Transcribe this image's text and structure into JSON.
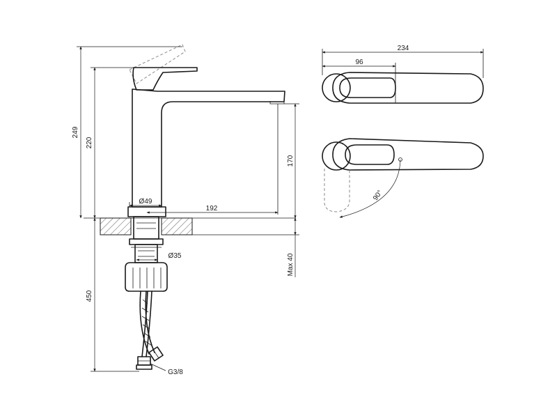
{
  "dimensions": {
    "d249": "249",
    "d220": "220",
    "d170": "170",
    "d450": "450",
    "dia49": "Ø49",
    "d192": "192",
    "dia35": "Ø35",
    "max40": "Max 40",
    "g38": "G3/8",
    "d234": "234",
    "d96": "96",
    "angle90": "90°"
  }
}
